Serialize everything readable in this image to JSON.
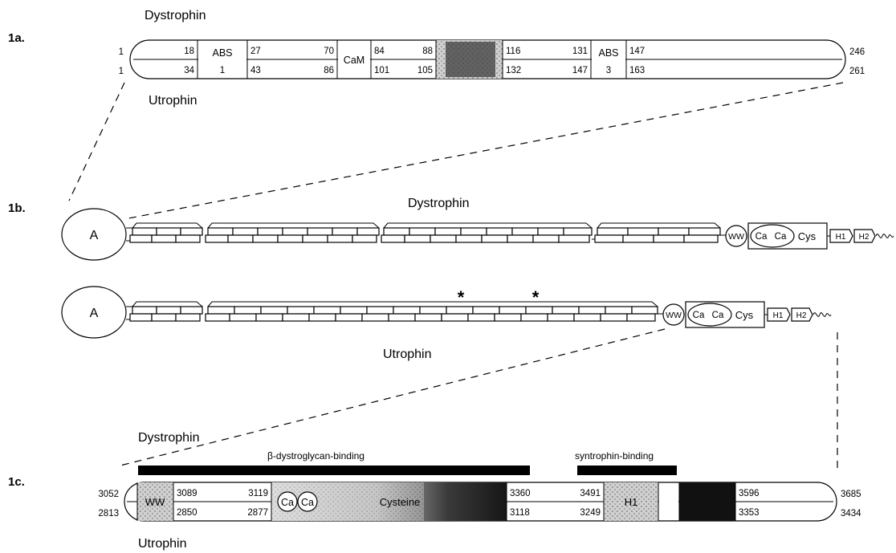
{
  "panels": {
    "a": "1a.",
    "b": "1b.",
    "c": "1c."
  },
  "proteins": {
    "dystrophin": "Dystrophin",
    "utrophin": "Utrophin"
  },
  "fig1a": {
    "start_top": "1",
    "start_bottom": "1",
    "end_top": "246",
    "end_bottom": "261",
    "cells": [
      {
        "top": "18",
        "bottom": "34"
      },
      {
        "label": "ABS",
        "sub": "1"
      },
      {
        "top_left": "27",
        "top_right": "70",
        "bottom_left": "43",
        "bottom_right": "86"
      },
      {
        "label": "CaM"
      },
      {
        "top_left": "84",
        "top_right": "88",
        "bottom_left": "101",
        "bottom_right": "105"
      },
      {
        "top_left": "116",
        "top_right": "131",
        "bottom_left": "132",
        "bottom_right": "147"
      },
      {
        "label": "ABS",
        "sub": "3"
      },
      {
        "top": "147",
        "bottom": "163"
      }
    ]
  },
  "fig1b": {
    "n_terminal": "A",
    "ww": "WW",
    "ca": "Ca",
    "cys": "Cys",
    "h1": "H1",
    "h2": "H2",
    "asterisk": "*"
  },
  "fig1c": {
    "bar_beta": "β-dystroglycan-binding",
    "bar_syntrophin": "syntrophin-binding",
    "start_top": "3052",
    "start_bottom": "2813",
    "end_top": "3685",
    "end_bottom": "3434",
    "ww": "WW",
    "n1_top": "3089",
    "n1_bottom": "2850",
    "n2_top": "3119",
    "n2_bottom": "2877",
    "ca": "Ca",
    "cysteine": "Cysteine",
    "n3_top": "3360",
    "n3_bottom": "3118",
    "n4_top": "3491",
    "n4_bottom": "3249",
    "h1": "H1",
    "n5_top": "3596",
    "n5_bottom": "3353"
  }
}
